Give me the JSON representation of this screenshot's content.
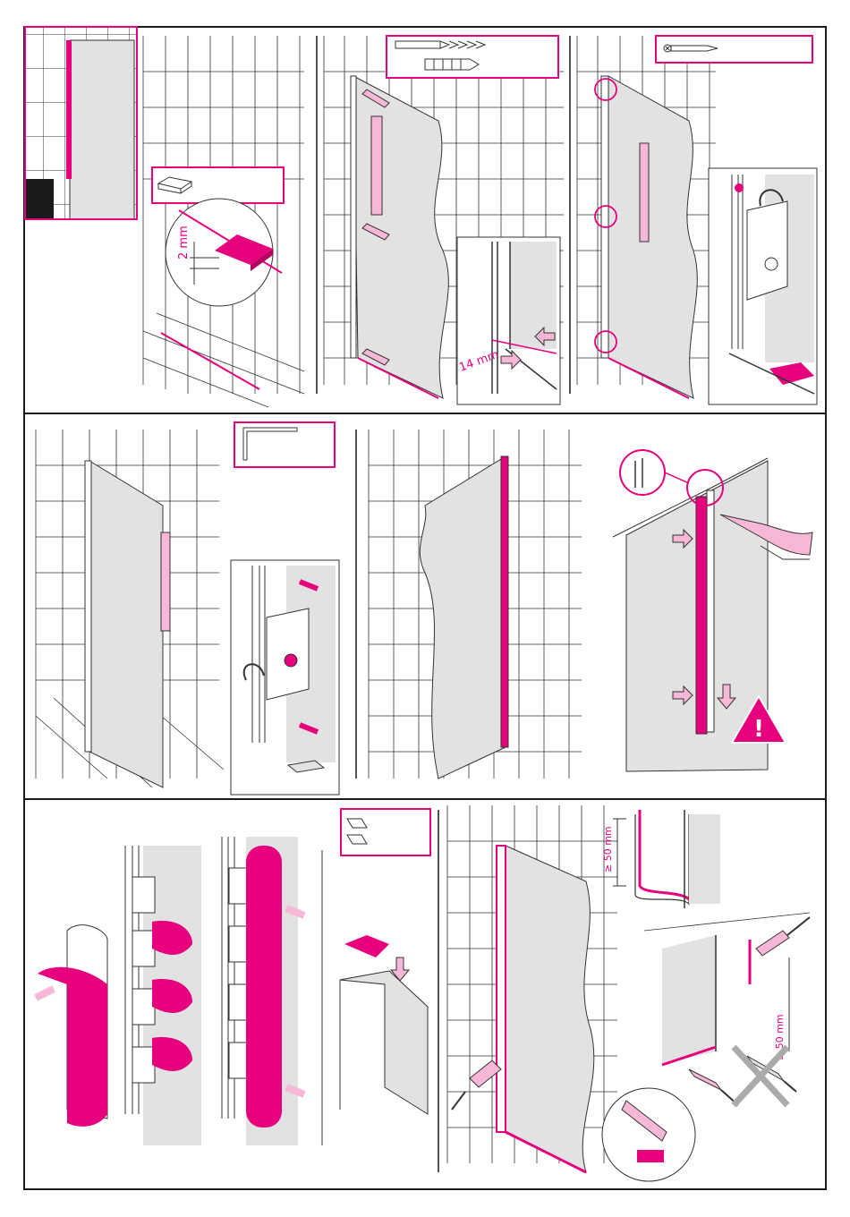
{
  "colors": {
    "accent": "#e6007e",
    "accent_light": "#f7b7d6",
    "glass": "#e2e2e2",
    "line": "#1a1a1a",
    "tile": "#333333"
  },
  "labels": {
    "gap_2mm": "2 mm",
    "gap_14mm": "14 mm",
    "min_50mm_top": "≥ 50 mm",
    "min_50mm_side": "≥ 50 mm",
    "warning_mark": "!"
  },
  "icons": {
    "spacer_block": "spacer-block-icon",
    "drill_and_dowel": "drill-bit-and-wall-plug-icon",
    "screw": "screw-icon",
    "allen_key": "allen-key-icon",
    "pliers": "pliers-icon",
    "warning": "warning-triangle-icon",
    "magnifier_circle": "detail-magnifier-icon",
    "arrow": "direction-arrow-icon",
    "silicone_gun": "silicone-cartridge-icon"
  }
}
